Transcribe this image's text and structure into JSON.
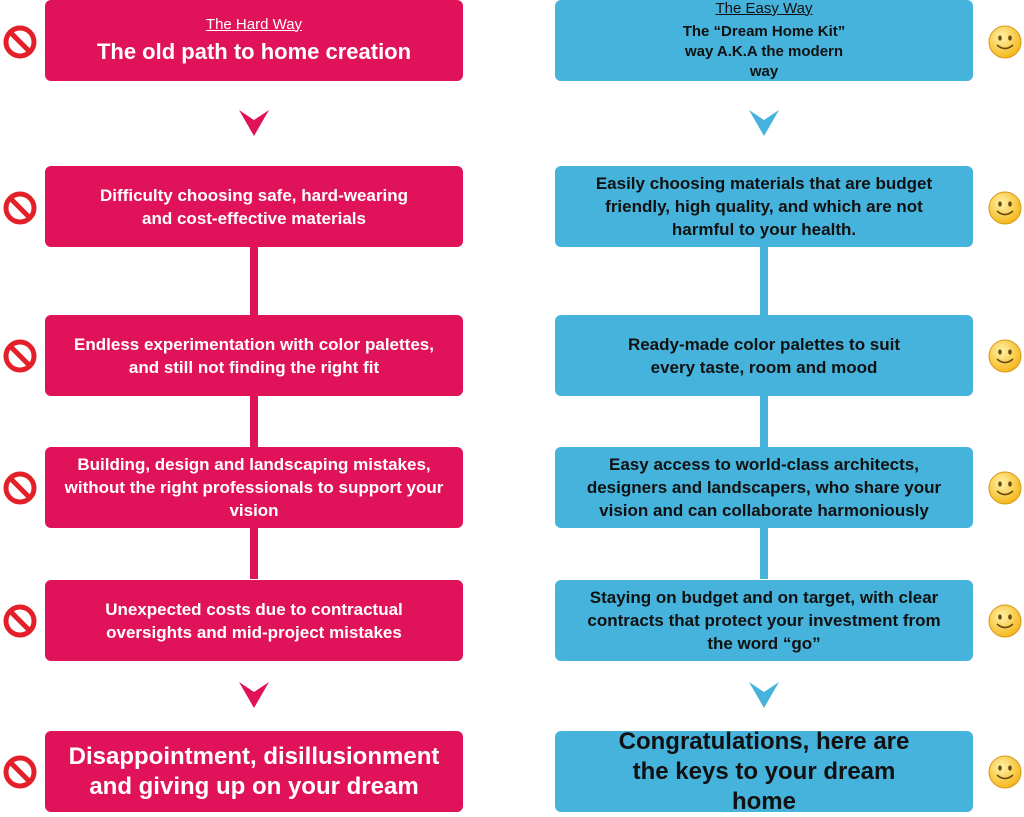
{
  "colors": {
    "hard": "#e0135a",
    "easy": "#45b3dc"
  },
  "hard_way": {
    "label": "The Hard Way",
    "title": "The old path to home creation",
    "steps": [
      "Difficulty choosing safe, hard-wearing and cost-effective materials",
      "Endless experimentation with color palettes, and still not finding the right fit",
      "Building, design and landscaping mistakes, without the right professionals to support your vision",
      "Unexpected costs due to contractual oversights and mid-project mistakes"
    ],
    "outcome": "Disappointment, disillusionment and giving up on your dream",
    "icon": "no-entry-icon"
  },
  "easy_way": {
    "label": "The Easy Way",
    "title": "The “Dream Home Kit” way A.K.A the modern way",
    "steps": [
      "Easily choosing materials that are budget friendly, high quality, and which are not harmful to your health.",
      "Ready-made color palettes to suit every taste, room and mood",
      "Easy access to world-class architects, designers and landscapers, who share your vision and can collaborate harmoniously",
      "Staying on budget and on target, with clear contracts that protect your investment from the word “go”"
    ],
    "outcome": "Congratulations, here are the keys to your dream home",
    "icon": "smiley-face-icon"
  }
}
